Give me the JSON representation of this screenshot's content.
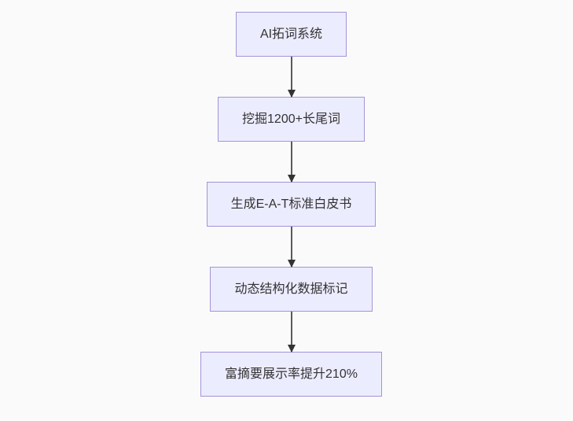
{
  "flowchart": {
    "type": "flowchart-top-down",
    "nodes": [
      {
        "id": "node-1",
        "label": "AI拓词系统"
      },
      {
        "id": "node-2",
        "label": "挖掘1200+长尾词"
      },
      {
        "id": "node-3",
        "label": "生成E-A-T标准白皮书"
      },
      {
        "id": "node-4",
        "label": "动态结构化数据标记"
      },
      {
        "id": "node-5",
        "label": "富摘要展示率提升210%"
      }
    ],
    "edges": [
      {
        "from": "node-1",
        "to": "node-2"
      },
      {
        "from": "node-2",
        "to": "node-3"
      },
      {
        "from": "node-3",
        "to": "node-4"
      },
      {
        "from": "node-4",
        "to": "node-5"
      }
    ],
    "colors": {
      "background": "#fafafa",
      "node_fill": "#ececff",
      "node_border": "#a294d8",
      "node_text": "#333333",
      "arrow_line": "#5a5a5a",
      "arrow_head": "#333333"
    }
  }
}
